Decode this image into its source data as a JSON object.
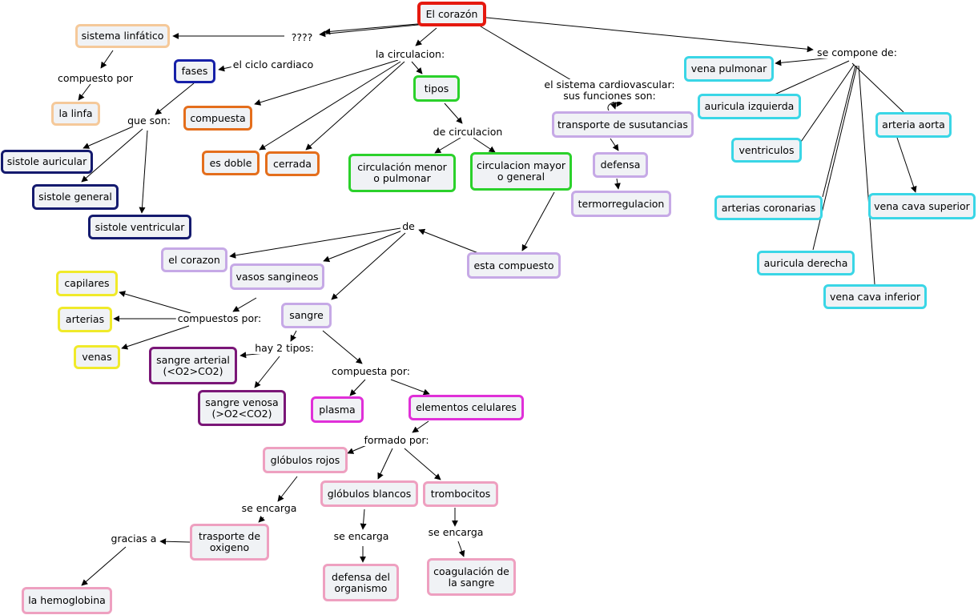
{
  "colors": {
    "root": "#e5190f",
    "lymph": "#f5c99a",
    "circulation_types": "#e46e1c",
    "phases": "#1620a8",
    "systole": "#141a6e",
    "circulation_kinds": "#2bd12b",
    "functions": "#c6a9e6",
    "composition": "#3ad6e6",
    "vessels": "#f0ea2a",
    "blood_types": "#7a1677",
    "blood_parts": "#e030d8",
    "cells": "#eea0c0"
  },
  "nodes": {
    "corazon": "El corazón",
    "sistema_linfatico": "sistema linfático",
    "la_linfa": "la linfa",
    "fases": "fases",
    "sistole_auricular": "sistole auricular",
    "sistole_general": "sistole general",
    "sistole_ventricular": "sistole ventricular",
    "compuesta": "compuesta",
    "es_doble": "es doble",
    "cerrada": "cerrada",
    "tipos": "tipos",
    "circ_menor": "circulación menor\no pulmonar",
    "circ_mayor": "circulacion mayor\no general",
    "transporte": "transporte de susutancias",
    "defensa": "defensa",
    "termorregulacion": "termorregulacion",
    "esta_compuesto": "esta compuesto",
    "el_corazon": "el corazon",
    "vasos": "vasos sangineos",
    "sangre": "sangre",
    "capilares": "capilares",
    "arterias": "arterias",
    "venas": "venas",
    "sangre_arterial": "sangre arterial\n(<O2>CO2)",
    "sangre_venosa": "sangre venosa\n(>O2<CO2)",
    "plasma": "plasma",
    "elementos": "elementos celulares",
    "globulos_rojos": "glóbulos rojos",
    "globulos_blancos": "glóbulos blancos",
    "trombocitos": "trombocitos",
    "trasporte_oxigeno": "trasporte de\noxigeno",
    "la_hemoglobina": "la hemoglobina",
    "defensa_organismo": "defensa del\norganismo",
    "coagulacion": "coagulación de\nla sangre",
    "vena_pulmonar": "vena pulmonar",
    "auricula_izquierda": "auricula izquierda",
    "arteria_aorta": "arteria aorta",
    "ventriculos": "ventriculos",
    "arterias_coronarias": "arterias coronarias",
    "vena_cava_superior": "vena cava superior",
    "auricula_derecha": "auricula derecha",
    "vena_cava_inferior": "vena cava inferior"
  },
  "phrases": {
    "q": "????",
    "compuesto_por": "compuesto por",
    "que_son": "que son:",
    "ciclo": "el ciclo cardiaco",
    "circulacion": "la circulacion:",
    "de_circulacion": "de circulacion",
    "sistema": "el sistema cardiovascular:\nsus funciones son:",
    "se_compone": "se compone de:",
    "de": "de",
    "compuestos_por": "compuestos por:",
    "hay_2": "hay 2 tipos:",
    "compuesta_por": "compuesta por:",
    "formado_por": "formado por:",
    "se_encarga_1": "se encarga",
    "gracias_a": "gracias a",
    "se_encarga_2": "se encarga",
    "se_encarga_3": "se encarga"
  }
}
